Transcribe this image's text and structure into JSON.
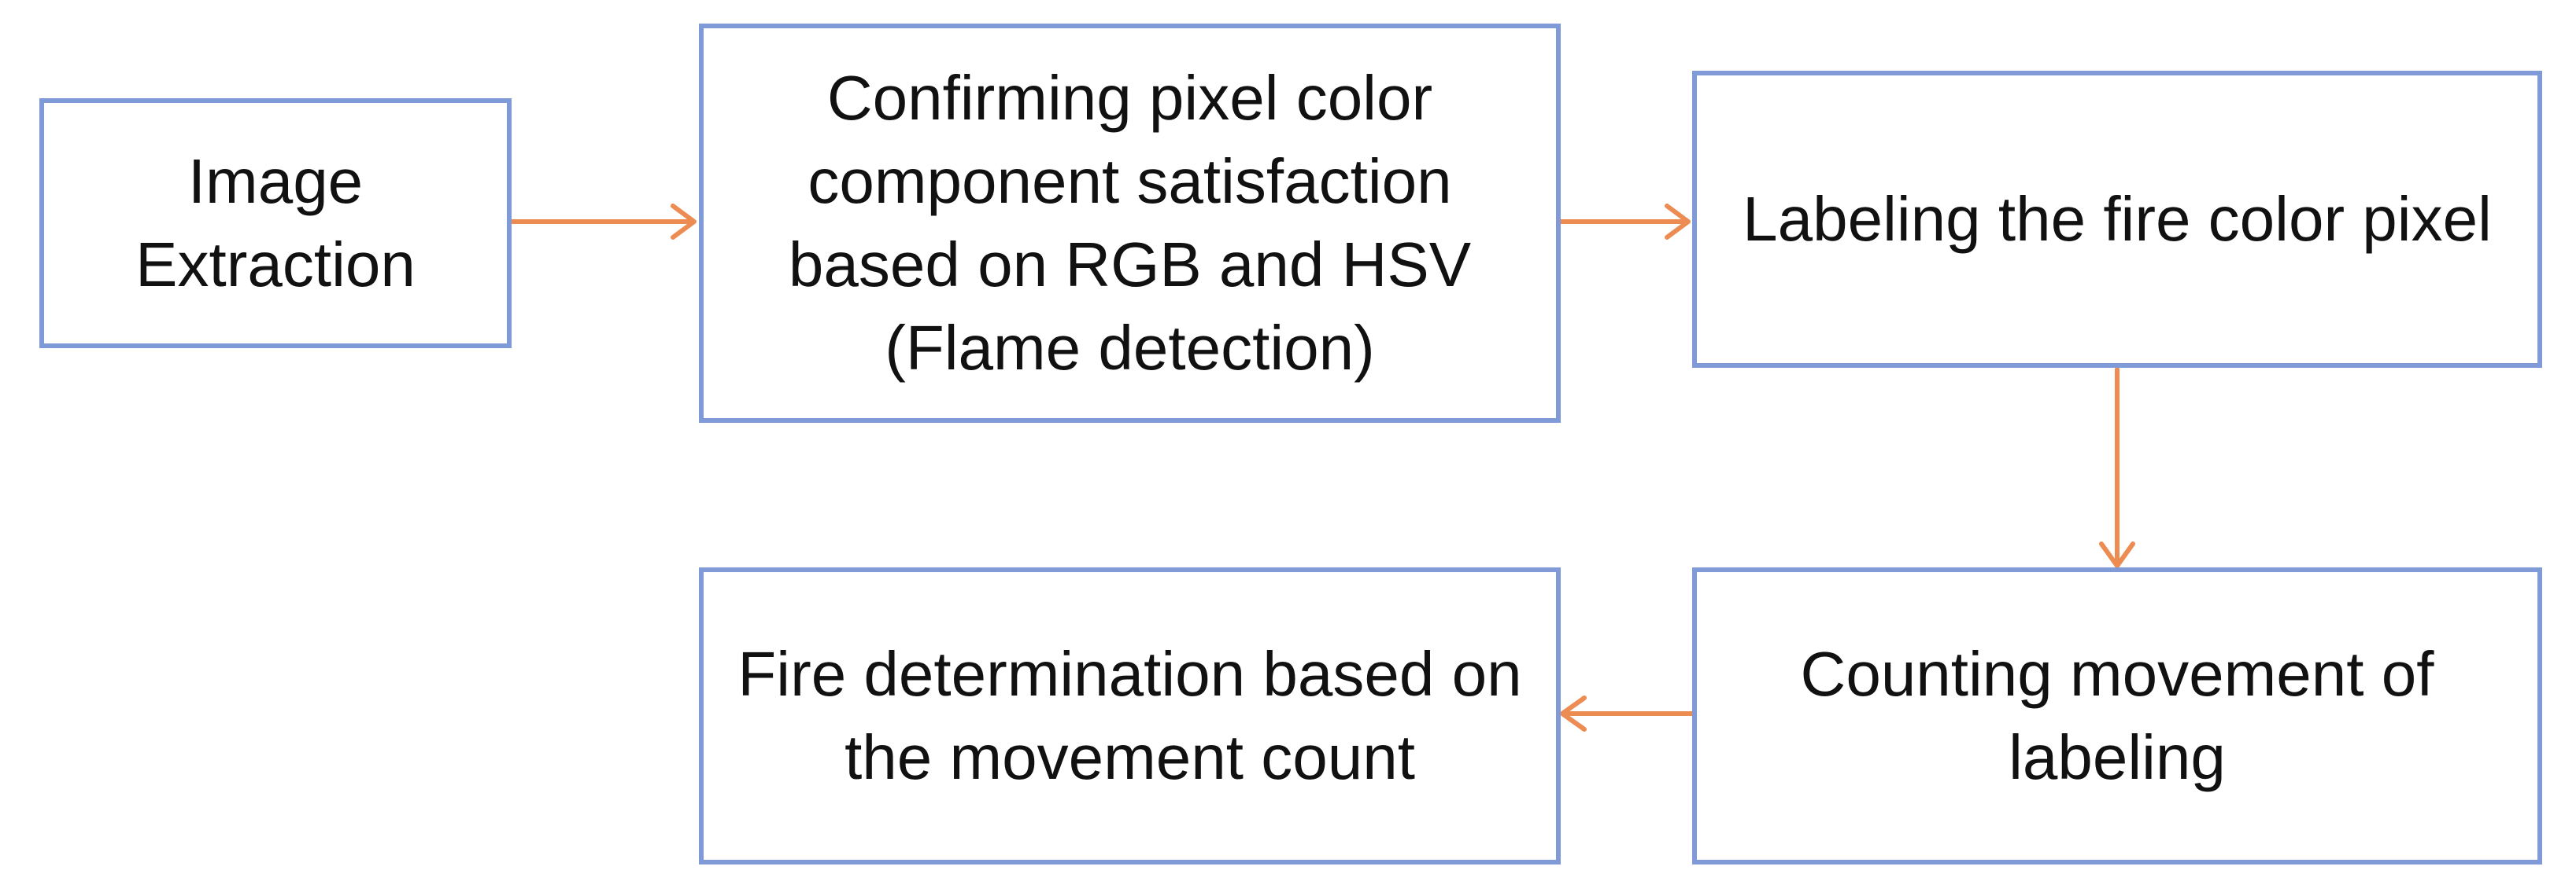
{
  "colors": {
    "box_border": "#7f9ad6",
    "arrow": "#ed8c52",
    "text": "#111111"
  },
  "steps": [
    {
      "id": "step-1",
      "label": "Image Extraction"
    },
    {
      "id": "step-2",
      "label": "Confirming pixel color component satisfaction based on RGB and HSV (Flame detection)"
    },
    {
      "id": "step-3",
      "label": "Labeling the fire color pixel"
    },
    {
      "id": "step-4",
      "label": "Counting movement of labeling"
    },
    {
      "id": "step-5",
      "label": "Fire determination based on the movement count"
    }
  ],
  "connections": [
    {
      "from": "step-1",
      "to": "step-2"
    },
    {
      "from": "step-2",
      "to": "step-3"
    },
    {
      "from": "step-3",
      "to": "step-4"
    },
    {
      "from": "step-4",
      "to": "step-5"
    }
  ]
}
